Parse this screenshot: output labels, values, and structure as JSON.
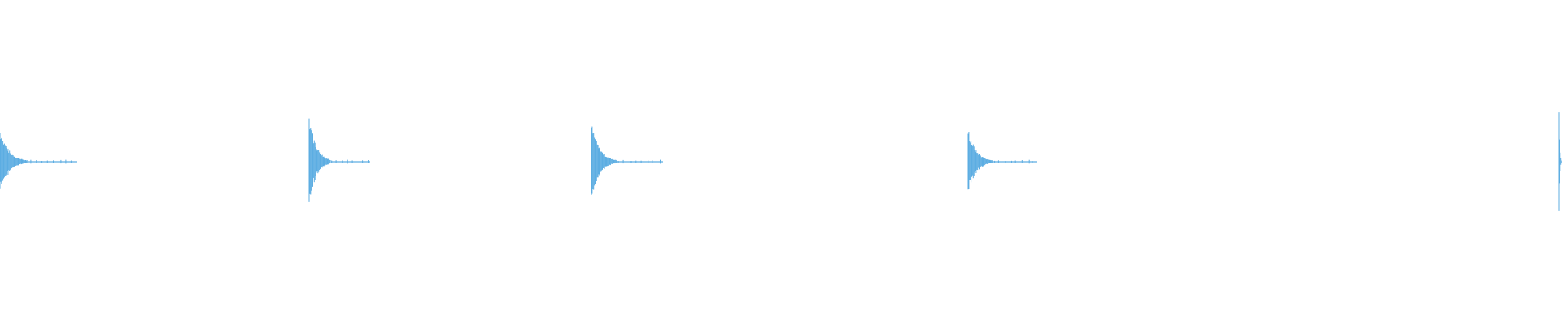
{
  "waveform": {
    "color": "#5dade2",
    "hits": [
      {
        "peak": 0.42,
        "decay": 0.85
      },
      {
        "peak": 0.62,
        "decay": 0.75
      },
      {
        "peak": 0.5,
        "decay": 0.8
      },
      {
        "peak": 0.43,
        "decay": 0.8
      },
      {
        "peak": 0.65,
        "decay": 0.06
      }
    ]
  }
}
